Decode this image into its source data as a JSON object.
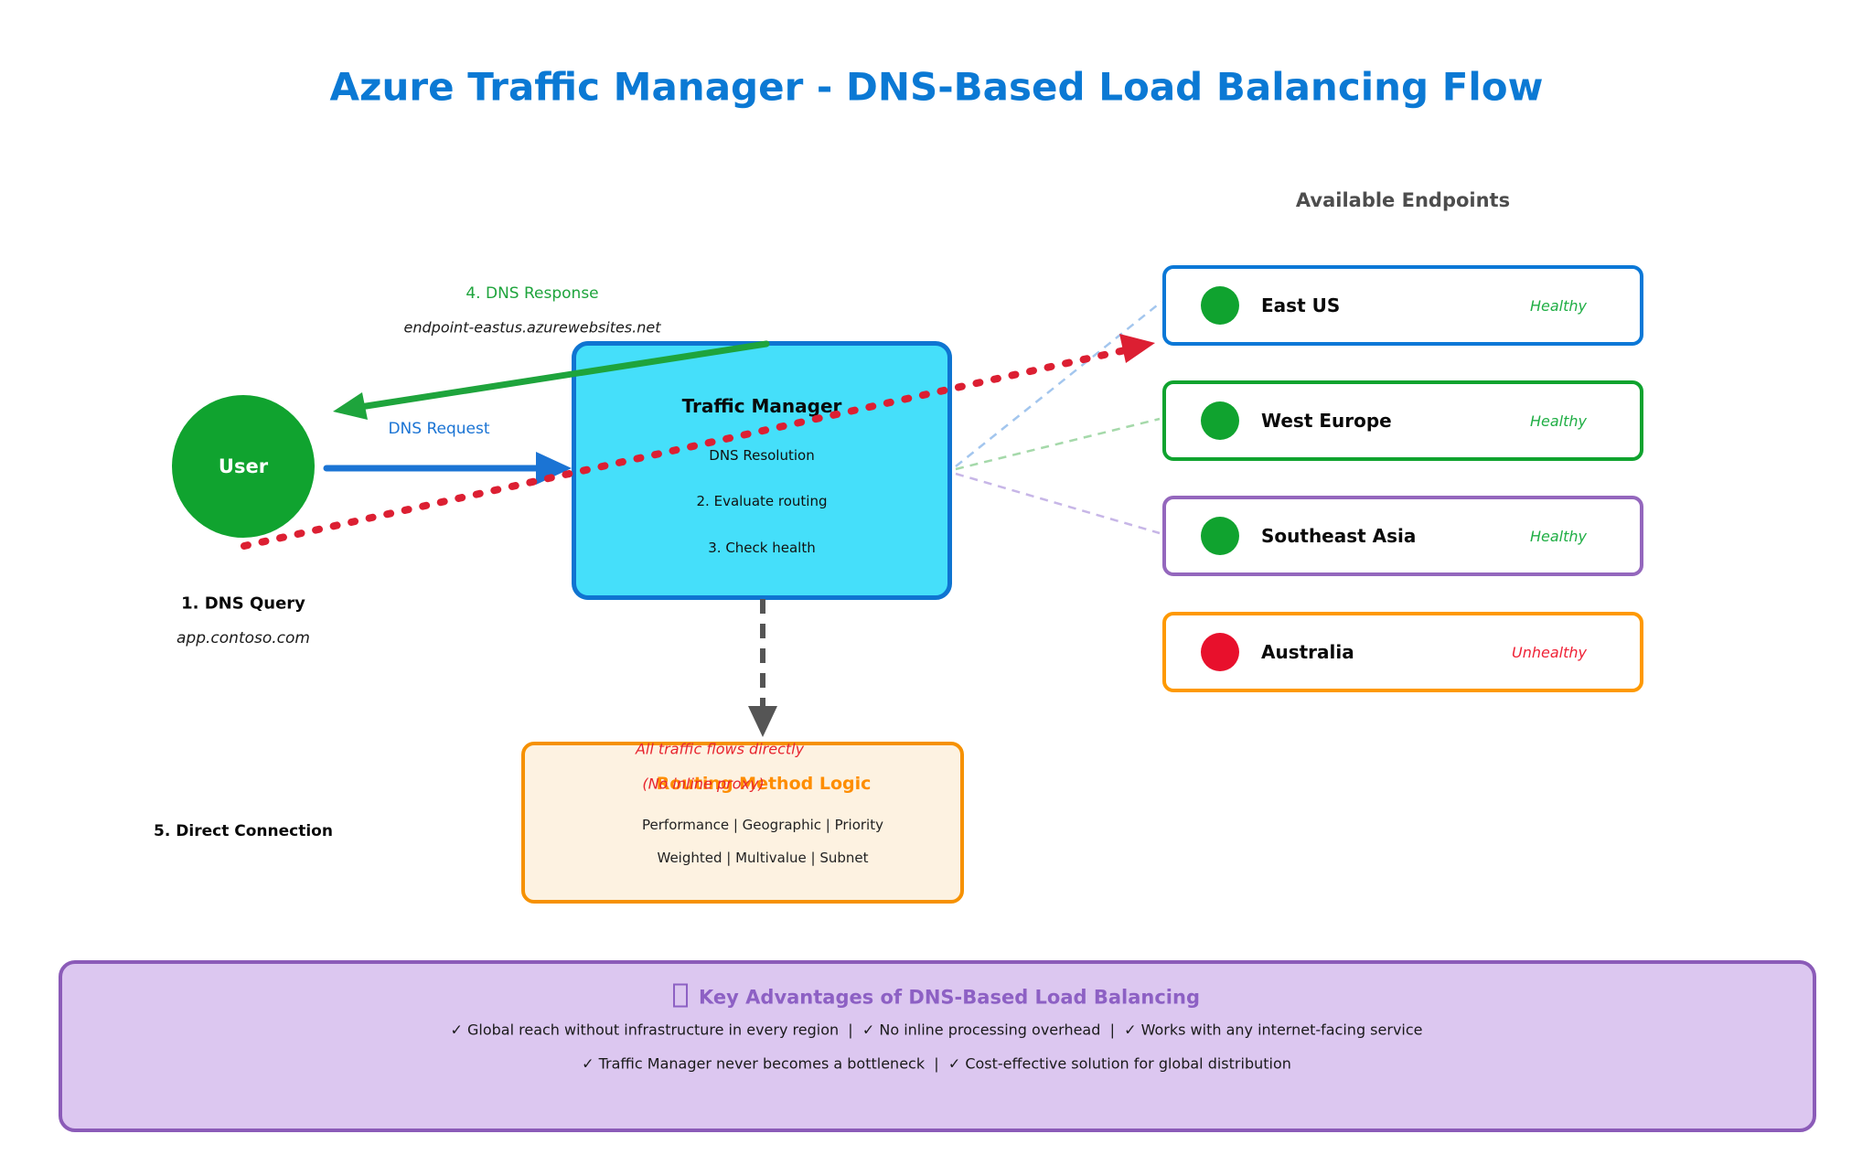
{
  "title": "Azure Traffic Manager - DNS-Based Load Balancing Flow",
  "user": {
    "label": "User"
  },
  "flow_labels": {
    "dns_response": "4. DNS Response",
    "dns_response_detail": "endpoint-eastus.azurewebsites.net",
    "dns_request": "DNS Request",
    "dns_query_step": "1. DNS Query",
    "dns_query_domain": "app.contoso.com",
    "direct_connection": "5. Direct Connection"
  },
  "traffic_manager": {
    "title": "Traffic Manager",
    "step_dns_resolution": "DNS Resolution",
    "step_evaluate": "2. Evaluate routing",
    "step_health": "3. Check health"
  },
  "endpoints": {
    "header": "Available Endpoints",
    "items": [
      {
        "name": "East US",
        "status": "Healthy",
        "border_color": "#0b78d7",
        "dot_color": "#10a32f",
        "status_color": "#1fae44"
      },
      {
        "name": "West Europe",
        "status": "Healthy",
        "border_color": "#10a32f",
        "dot_color": "#10a32f",
        "status_color": "#1fae44"
      },
      {
        "name": "Southeast Asia",
        "status": "Healthy",
        "border_color": "#9467bd",
        "dot_color": "#10a32f",
        "status_color": "#1fae44"
      },
      {
        "name": "Australia",
        "status": "Unhealthy",
        "border_color": "#fe9900",
        "dot_color": "#e8102c",
        "status_color": "#ef2135"
      }
    ]
  },
  "routing_box": {
    "note_line1": "All traffic flows directly",
    "note_line2": "(No inline proxy)",
    "title": "Routing Method Logic",
    "methods_line1": "Performance | Geographic | Priority",
    "methods_line2": "Weighted | Multivalue | Subnet"
  },
  "advantages": {
    "title": "Key Advantages of DNS-Based Load Balancing",
    "line1": "✓ Global reach without infrastructure in every region  |  ✓ No inline processing overhead  |  ✓ Works with any internet-facing service",
    "line2": "✓ Traffic Manager never becomes a bottleneck  |  ✓ Cost-effective solution for global distribution"
  },
  "colors": {
    "title_blue": "#0b79d4",
    "tm_fill": "#45dffa",
    "tm_border": "#0f74d1",
    "green_arrow": "#1ea43c",
    "blue_arrow": "#1b74d4",
    "red_arrow": "#dc1f32",
    "gray_arrow": "#555555",
    "link_blue": "#a3c6ee",
    "link_green": "#a5d9aa",
    "link_purple": "#c7b6e7",
    "routing_border": "#f69100",
    "routing_fill": "#fdf2e1",
    "routing_title": "#fe8d00",
    "advantages_fill": "#dcc7f0",
    "advantages_border": "#8b5bb8",
    "advantages_title": "#8d60c4",
    "header_gray": "#4d4d4d"
  }
}
